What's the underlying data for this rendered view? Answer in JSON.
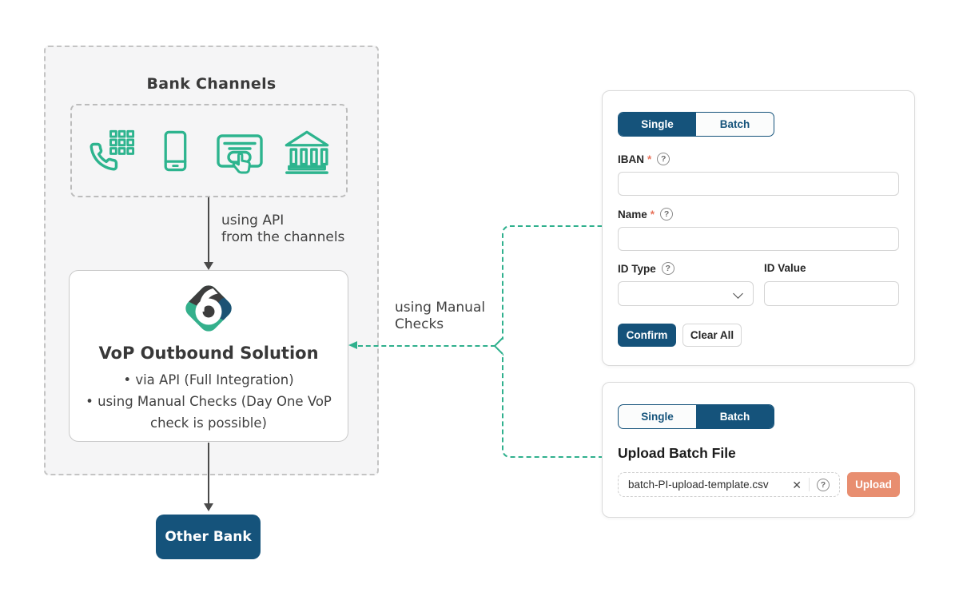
{
  "colors": {
    "accent_teal": "#2fb08d",
    "icon_green": "#2db48e",
    "brand_blue": "#15537b",
    "upload_orange": "#e88e70",
    "required_red": "#e8745c",
    "diagram_bg": "#f5f5f6",
    "arrow_dark": "#4a4a4a"
  },
  "diagram": {
    "bank_channels_title": "Bank Channels",
    "channel_icons": [
      "phone-keypad",
      "mobile-phone",
      "card-click",
      "bank-building"
    ],
    "api_arrow_label_line1": "using API",
    "api_arrow_label_line2": "from the channels",
    "vop": {
      "title": "VoP Outbound Solution",
      "bullet1": "via API (Full Integration)",
      "bullet2_line1": "using Manual Checks (Day One VoP",
      "bullet2_line2": "check is possible)"
    },
    "manual_checks_label_line1": "using Manual",
    "manual_checks_label_line2": "Checks",
    "other_bank_label": "Other Bank"
  },
  "single_panel": {
    "tab_single": "Single",
    "tab_batch": "Batch",
    "active_tab": "Single",
    "required_marker": "*",
    "iban_label": "IBAN",
    "name_label": "Name",
    "id_type_label": "ID Type",
    "id_value_label": "ID Value",
    "confirm_label": "Confirm",
    "clear_all_label": "Clear All"
  },
  "batch_panel": {
    "tab_single": "Single",
    "tab_batch": "Batch",
    "active_tab": "Batch",
    "heading": "Upload Batch File",
    "file_name": "batch-PI-upload-template.csv",
    "upload_label": "Upload"
  },
  "icons": {
    "help": "?",
    "clear_file": "✕",
    "bullet": "•"
  }
}
